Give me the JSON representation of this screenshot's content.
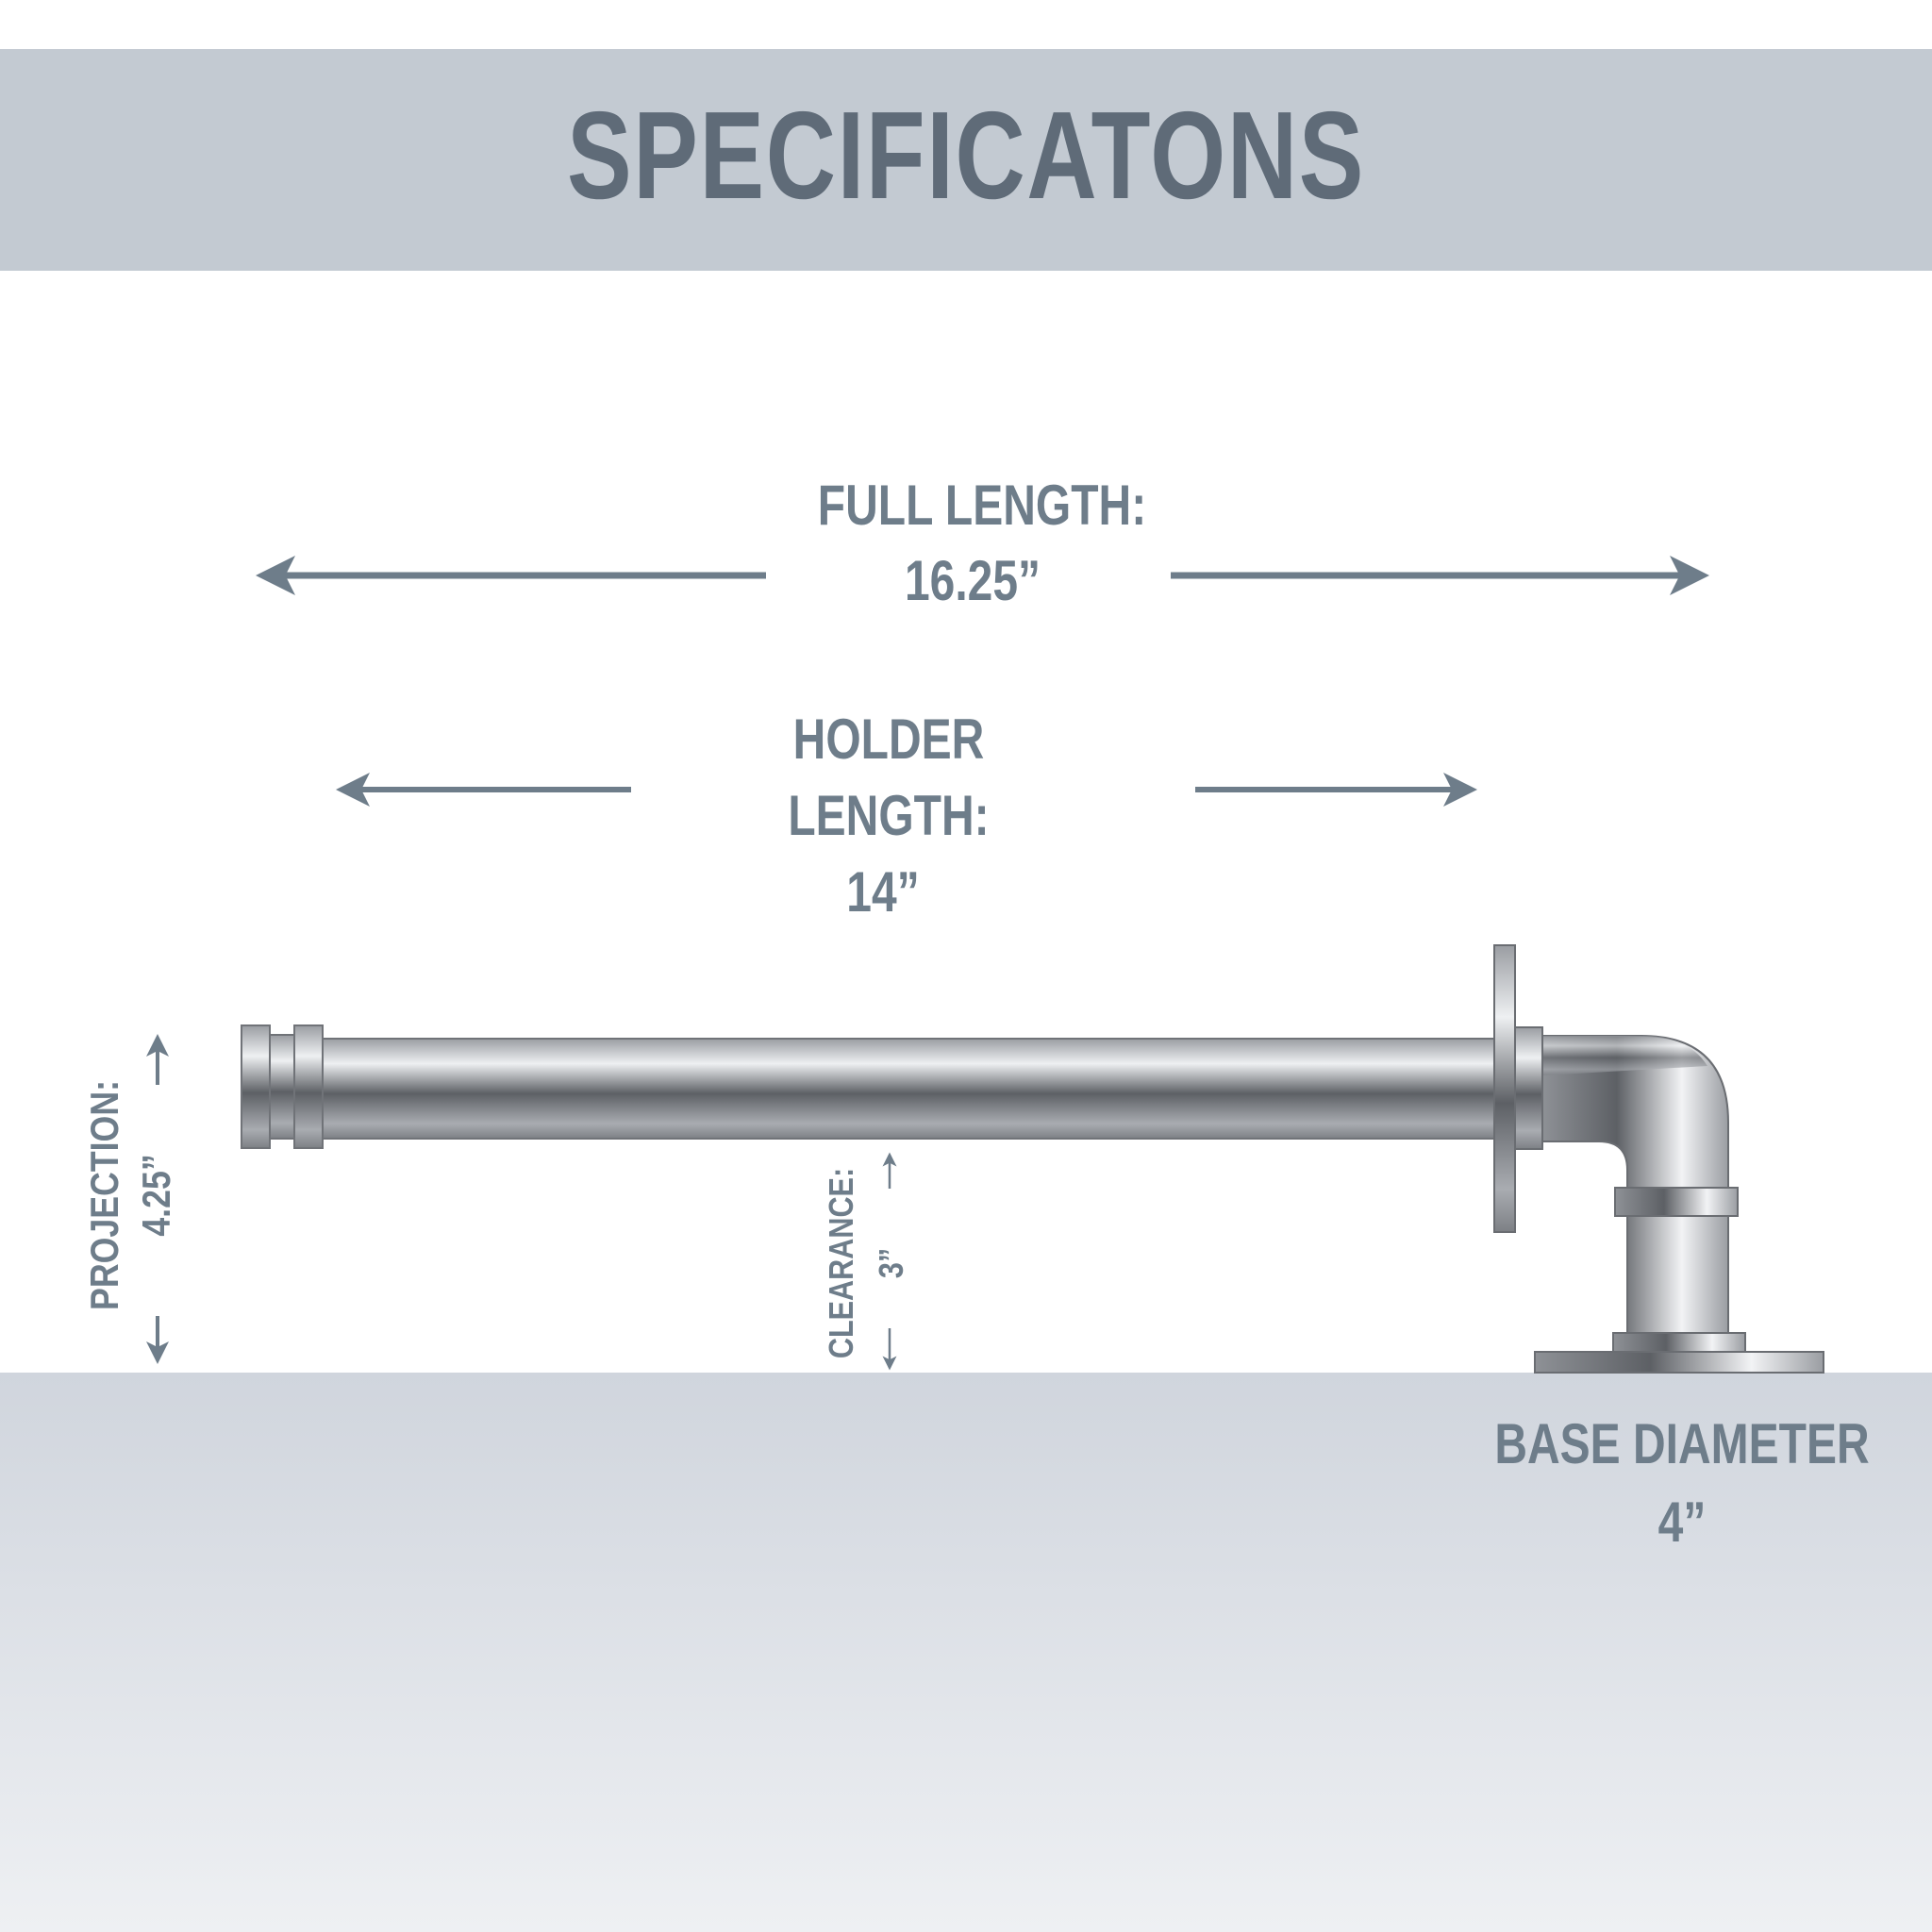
{
  "header": {
    "title": "SPECIFICATONS"
  },
  "full_length": {
    "label": "FULL LENGTH:",
    "value": "16.25”"
  },
  "holder_length": {
    "line1": "HOLDER",
    "line2": "LENGTH:",
    "value": "14”"
  },
  "projection": {
    "label": "PROJECTION:",
    "value": "4.25”"
  },
  "clearance": {
    "label": "CLEARANCE:",
    "value": "3”"
  },
  "base_diameter": {
    "label": "BASE DIAMETER",
    "value": "4”"
  },
  "colors": {
    "header_bg": "#c3cad2",
    "title": "#5f6b78",
    "label": "#6e7d8a",
    "arrow": "#6e7d8a"
  }
}
